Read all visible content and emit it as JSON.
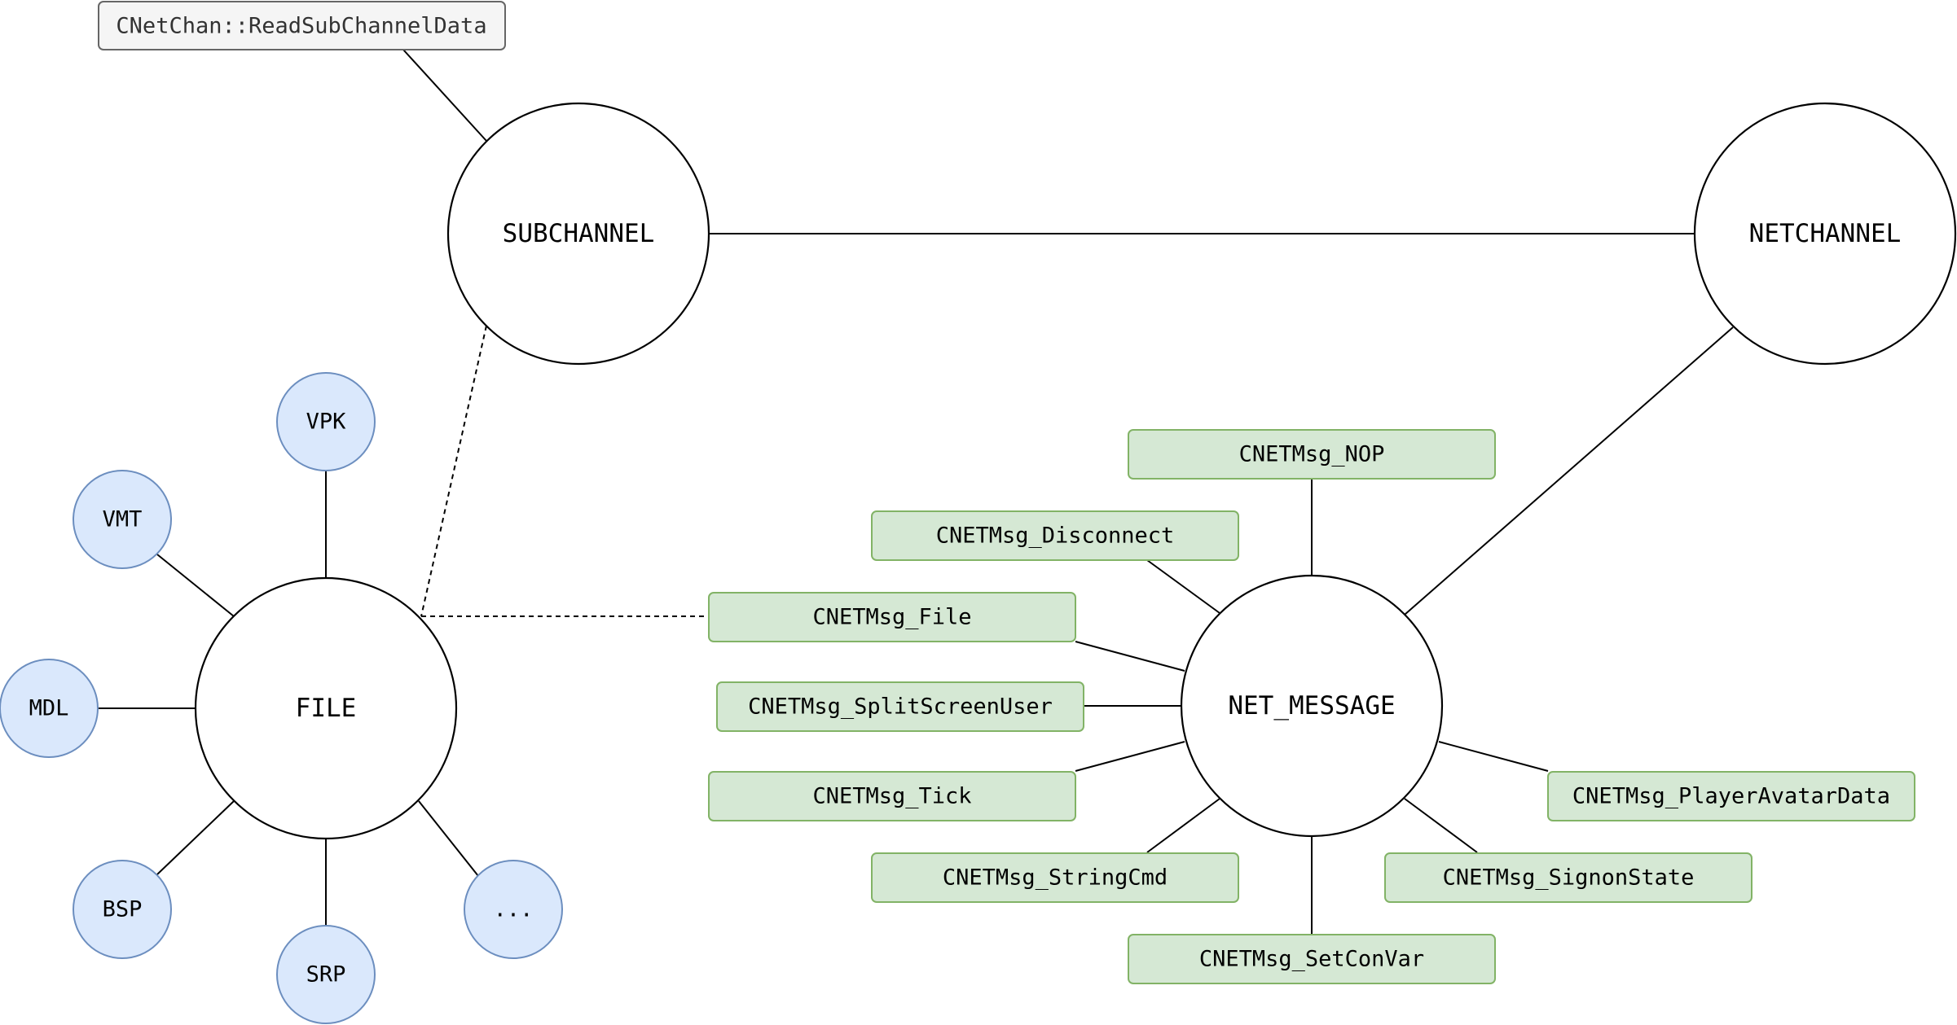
{
  "note": {
    "label": "CNetChan::ReadSubChannelData"
  },
  "nodes": {
    "subchannel": "SUBCHANNEL",
    "netchannel": "NETCHANNEL",
    "file": "FILE",
    "net_message": "NET_MESSAGE"
  },
  "file_types": [
    "VPK",
    "VMT",
    "MDL",
    "BSP",
    "SRP",
    "..."
  ],
  "messages": [
    "CNETMsg_NOP",
    "CNETMsg_Disconnect",
    "CNETMsg_File",
    "CNETMsg_SplitScreenUser",
    "CNETMsg_Tick",
    "CNETMsg_StringCmd",
    "CNETMsg_SetConVar",
    "CNETMsg_SignonState",
    "CNETMsg_PlayerAvatarData"
  ],
  "colors": {
    "file_type_fill": "#dae8fc",
    "file_type_stroke": "#6c8ebf",
    "message_fill": "#d5e8d4",
    "message_stroke": "#82b366",
    "note_fill": "#f5f5f5",
    "note_stroke": "#666666"
  }
}
